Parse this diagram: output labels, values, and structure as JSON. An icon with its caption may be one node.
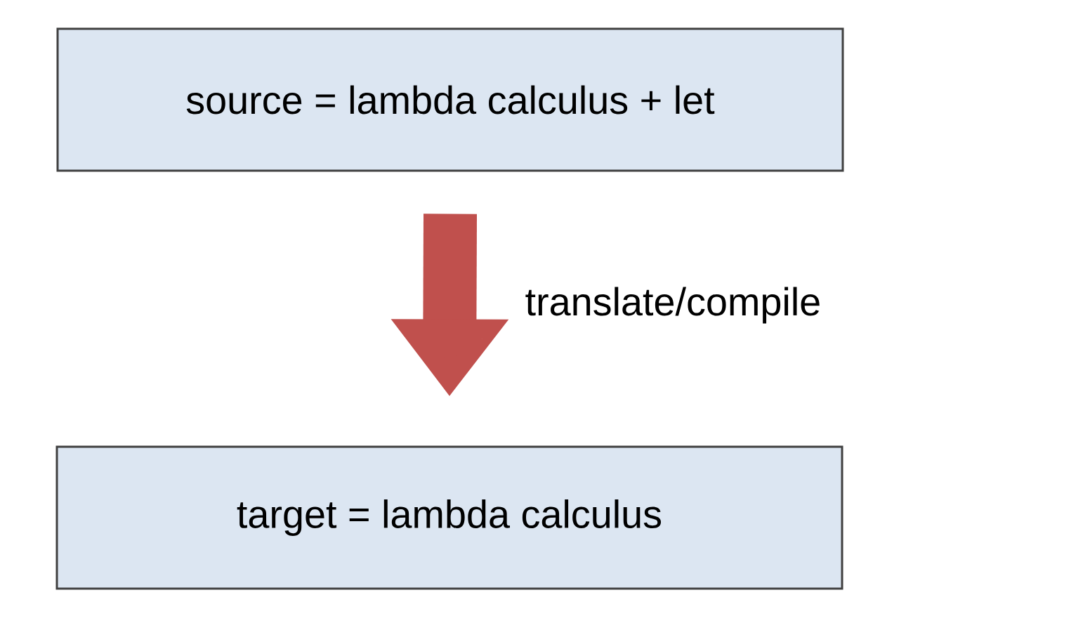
{
  "diagram": {
    "nodes": [
      {
        "text": [
          "source = lambda calculus + let"
        ]
      },
      {
        "text": [
          "target = lambda calculus"
        ]
      }
    ],
    "edges": [
      {
        "from": 0,
        "to": 1,
        "arrow": "to",
        "label": "translate/compile",
        "color": "#c0504d"
      }
    ]
  }
}
